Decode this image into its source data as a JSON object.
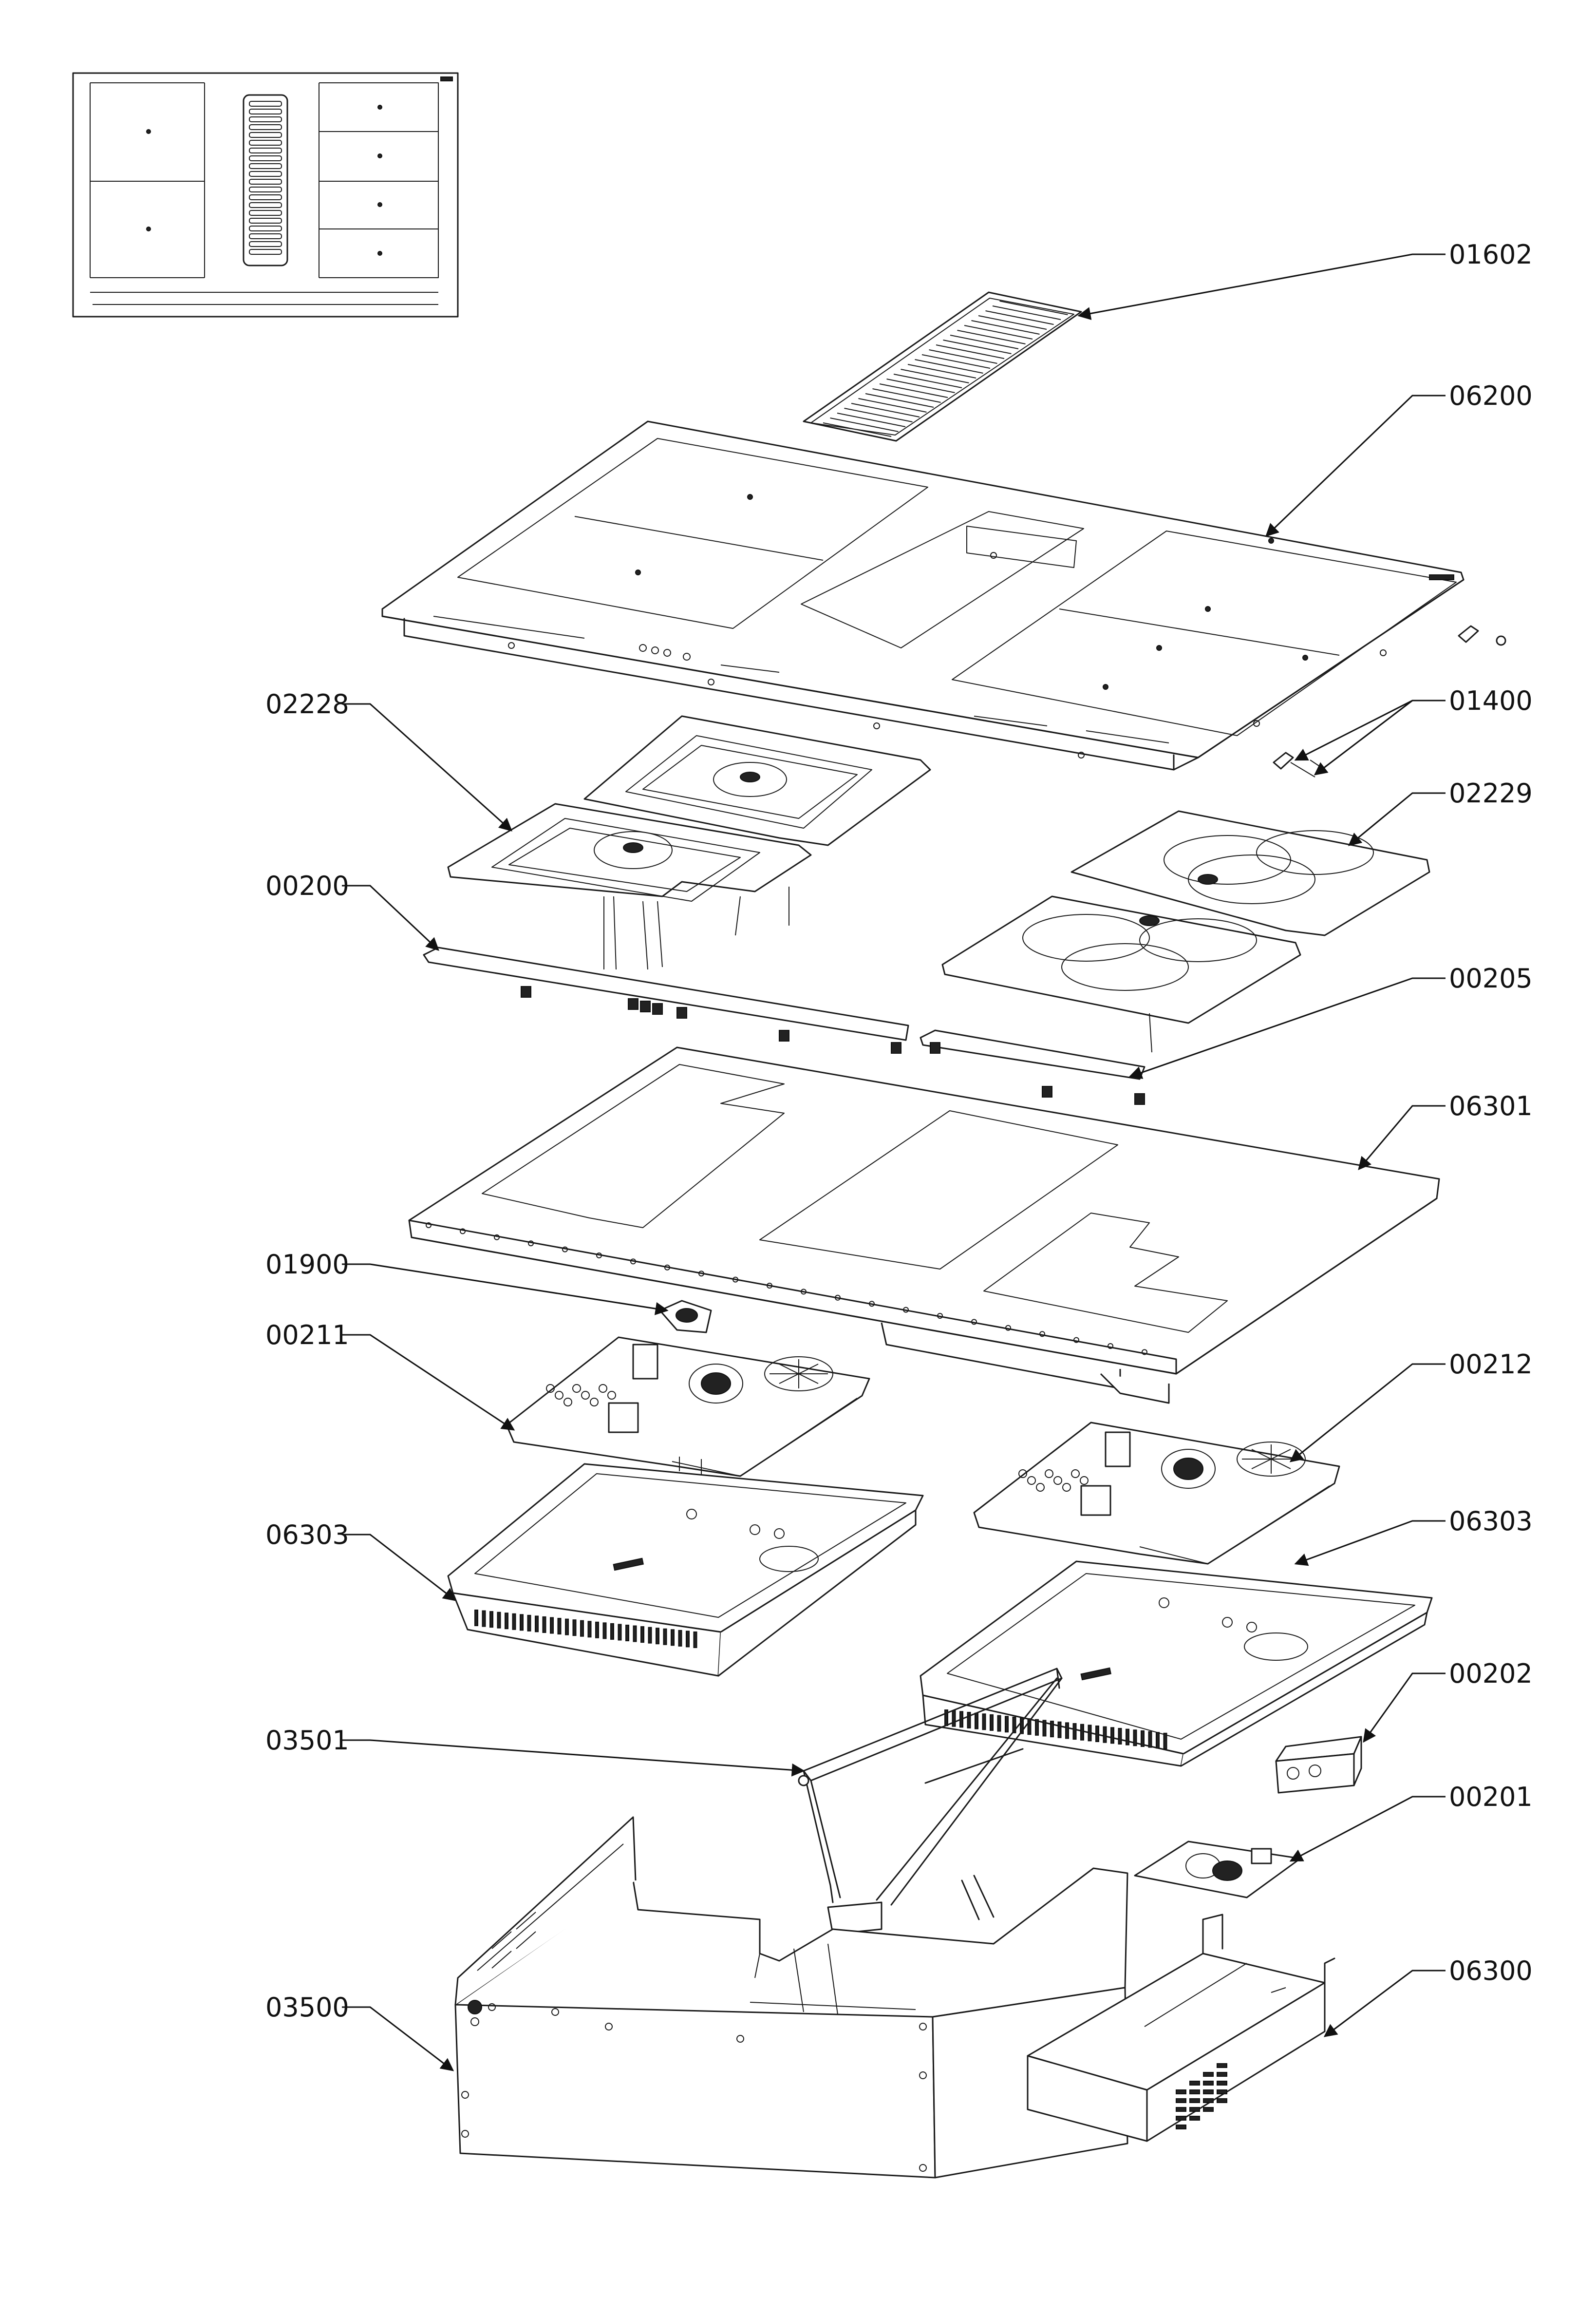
{
  "part_labels": {
    "p01602": "01602",
    "p06200": "06200",
    "p02228": "02228",
    "p01400": "01400",
    "p02229": "02229",
    "p00200": "00200",
    "p00205": "00205",
    "p06301": "06301",
    "p01900": "01900",
    "p00211": "00211",
    "p00212": "00212",
    "p06303a": "06303",
    "p06303b": "06303",
    "p00202": "00202",
    "p03501": "03501",
    "p00201": "00201",
    "p06300": "06300",
    "p03500": "03500"
  },
  "colors": {
    "line": "#1a1a1a",
    "background": "#ffffff"
  }
}
